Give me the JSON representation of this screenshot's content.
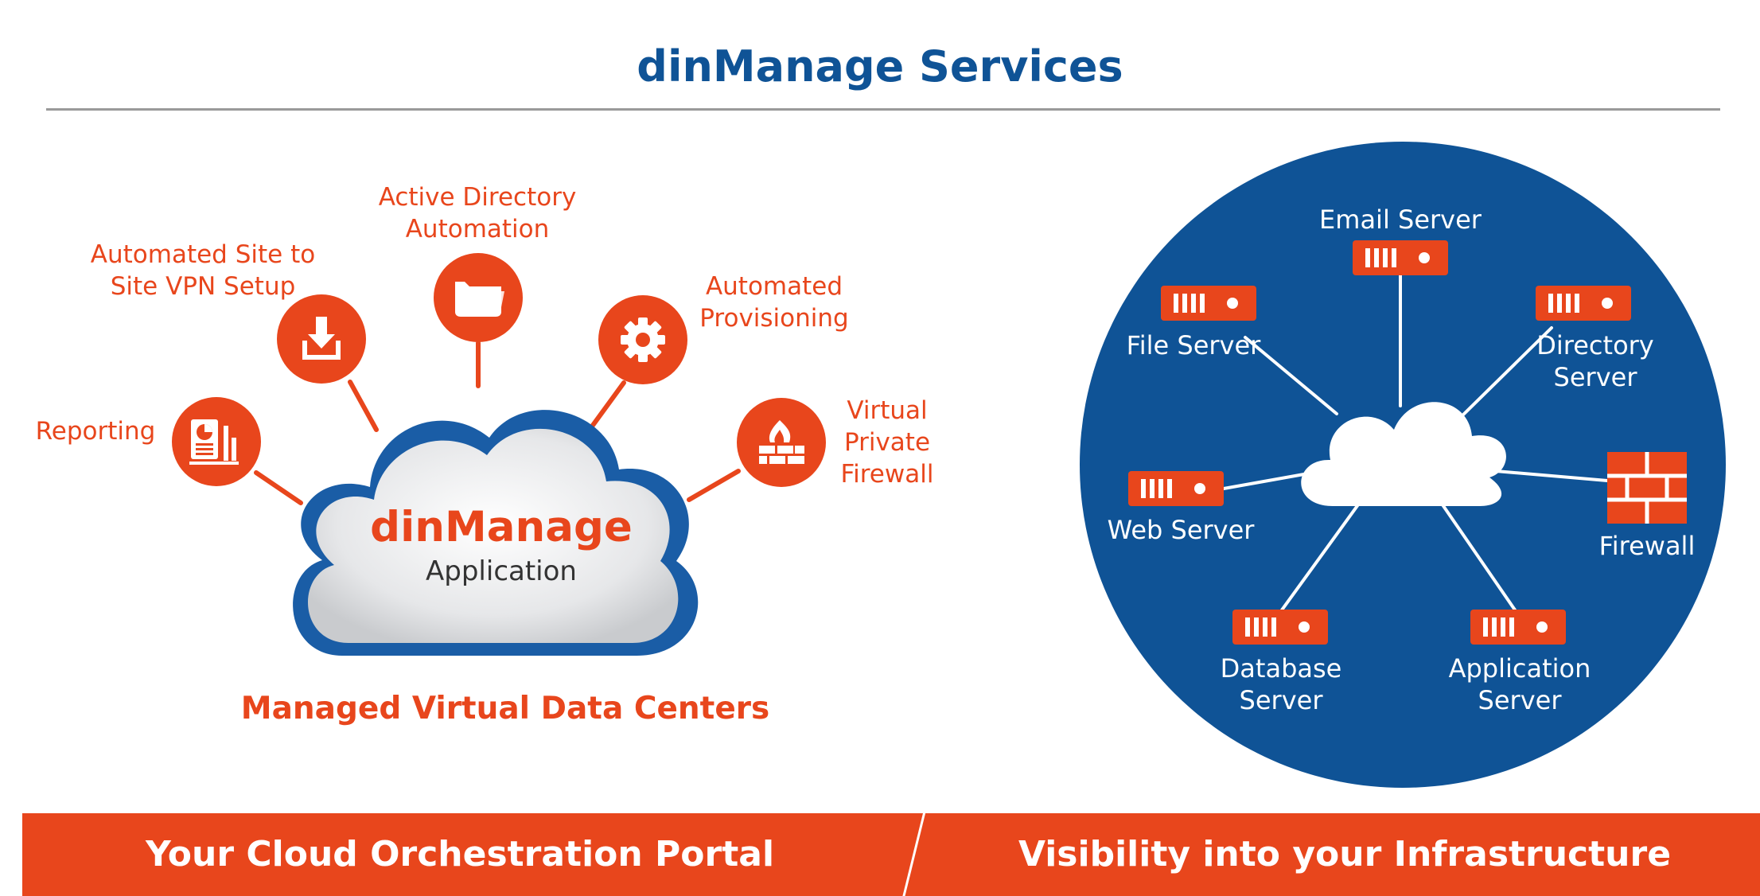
{
  "title": "dinManage Services",
  "left": {
    "features": [
      {
        "id": "reporting",
        "label": "Reporting",
        "icon": "report-icon"
      },
      {
        "id": "vpn",
        "label_lines": [
          "Automated Site to",
          "Site VPN Setup"
        ],
        "icon": "download-icon"
      },
      {
        "id": "ad",
        "label_lines": [
          "Active Directory",
          "Automation"
        ],
        "icon": "folder-icon"
      },
      {
        "id": "provisioning",
        "label_lines": [
          "Automated",
          "Provisioning"
        ],
        "icon": "gear-icon"
      },
      {
        "id": "firewall",
        "label_lines": [
          "Virtual",
          "Private",
          "Firewall"
        ],
        "icon": "firewall-icon"
      }
    ],
    "cloud_title": "dinManage",
    "cloud_subtitle": "Application",
    "caption": "Managed Virtual Data Centers"
  },
  "right": {
    "nodes": [
      {
        "id": "email",
        "label_lines": [
          "Email Server"
        ],
        "icon": "server-icon"
      },
      {
        "id": "file",
        "label_lines": [
          "File Server"
        ],
        "icon": "server-icon"
      },
      {
        "id": "directory",
        "label_lines": [
          "Directory",
          "Server"
        ],
        "icon": "server-icon"
      },
      {
        "id": "web",
        "label_lines": [
          "Web Server"
        ],
        "icon": "server-icon"
      },
      {
        "id": "firewall",
        "label_lines": [
          "Firewall"
        ],
        "icon": "brick-wall-icon"
      },
      {
        "id": "database",
        "label_lines": [
          "Database",
          "Server"
        ],
        "icon": "server-icon"
      },
      {
        "id": "application",
        "label_lines": [
          "Application",
          "Server"
        ],
        "icon": "server-icon"
      }
    ]
  },
  "banner": {
    "left_text": "Your Cloud Orchestration Portal",
    "right_text": "Visibility into your Infrastructure"
  },
  "colors": {
    "orange": "#e8461c",
    "blue": "#0f5396",
    "cloud_outline": "#1a5da6"
  }
}
